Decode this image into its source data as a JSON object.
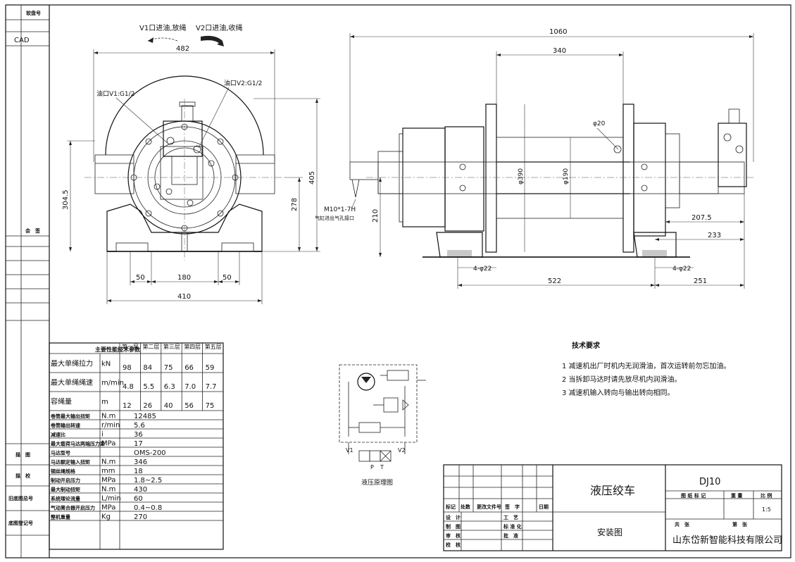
{
  "left_strip": {
    "field1": "软盘号",
    "cad": "CAD",
    "countersign": "会　签",
    "trace": "描　图",
    "proof": "描　校",
    "old_base": "旧底图总号",
    "base_reg": "底图登记号"
  },
  "front_view": {
    "v1_direction": "V1口进油,放绳",
    "v2_direction": "V2口进油,收绳",
    "port_v1": "油口V1:G1/2",
    "port_v2": "油口V2:G1/2",
    "dim_482": "482",
    "dim_304_5": "304.5",
    "dim_405": "405",
    "dim_278": "278",
    "dim_50_left": "50",
    "dim_180": "180",
    "dim_50_right": "50",
    "dim_410": "410"
  },
  "side_view": {
    "dim_1060": "1060",
    "dim_340": "340",
    "dim_phi20": "φ20",
    "dim_phi390": "φ390",
    "dim_phi190": "φ190",
    "dim_210": "210",
    "dim_207_5": "207.5",
    "dim_233": "233",
    "dim_522": "522",
    "dim_251": "251",
    "holes_left": "4-φ22",
    "holes_right": "4-φ22",
    "thread": "M10*1-7H",
    "thread_note": "气缸进出气孔接口"
  },
  "param_table": {
    "title": "主要性能技术参数",
    "layers": [
      "第一层",
      "第二层",
      "第三层",
      "第四层",
      "第五层"
    ],
    "rows": [
      {
        "label": "最大单绳拉力",
        "unit": "kN",
        "values": [
          "98",
          "84",
          "75",
          "66",
          "59"
        ]
      },
      {
        "label": "最大单绳绳速",
        "unit": "m/min",
        "values": [
          "4.8",
          "5.5",
          "6.3",
          "7.0",
          "7.7"
        ]
      },
      {
        "label": "容绳量",
        "unit": "m",
        "values": [
          "12",
          "26",
          "40",
          "56",
          "75"
        ]
      },
      {
        "label": "卷筒最大输出扭矩",
        "unit": "N.m",
        "value": "12485"
      },
      {
        "label": "卷筒输出转速",
        "unit": "r/min",
        "value": "5.6"
      },
      {
        "label": "减速比",
        "unit": "i",
        "value": "36"
      },
      {
        "label": "最大载荷马达两端压力差",
        "unit": "MPa",
        "value": "17"
      },
      {
        "label": "马达型号",
        "unit": "",
        "value": "OMS-200"
      },
      {
        "label": "马达额定输入扭矩",
        "unit": "N.m",
        "value": "346"
      },
      {
        "label": "钢丝绳规格",
        "unit": "mm",
        "value": "18"
      },
      {
        "label": "制动开启压力",
        "unit": "MPa",
        "value": "1.8~2.5"
      },
      {
        "label": "最大制动扭矩",
        "unit": "N.m",
        "value": "430"
      },
      {
        "label": "系统理论流量",
        "unit": "L/min",
        "value": "60"
      },
      {
        "label": "气动离合器开启压力",
        "unit": "MPa",
        "value": "0.4~0.8"
      },
      {
        "label": "整机重量",
        "unit": "Kg",
        "value": "270"
      }
    ]
  },
  "hydraulic": {
    "caption": "液压原理图",
    "v1": "V1",
    "v2": "V2",
    "p": "P",
    "t": "T"
  },
  "tech_req": {
    "title": "技术要求",
    "items": [
      "1  减速机出厂时机内无润滑油，首次运转前勿忘加油。",
      "2  当拆卸马达时请先放尽机内润滑油。",
      "3  减速机输入转向与输出转向相同。"
    ]
  },
  "title_block": {
    "product": "液压绞车",
    "model": "DJ10",
    "drawing_type": "安装图",
    "company": "山东岱新智能科技有限公司",
    "stage_mark": "图 纸 标 记",
    "weight": "重 量",
    "scale_label": "比 例",
    "scale": "1:5",
    "sheets_total": "共　张",
    "sheet_no": "第　张",
    "col_mark": "标记",
    "col_count": "处数",
    "col_change": "更改文件号",
    "col_sign": "签　字",
    "col_date": "日期",
    "design": "设　计",
    "draw": "制　图",
    "review": "审　核",
    "check": "校　核",
    "process": "工　艺",
    "standard": "标 准 化",
    "approve": "批　准"
  }
}
